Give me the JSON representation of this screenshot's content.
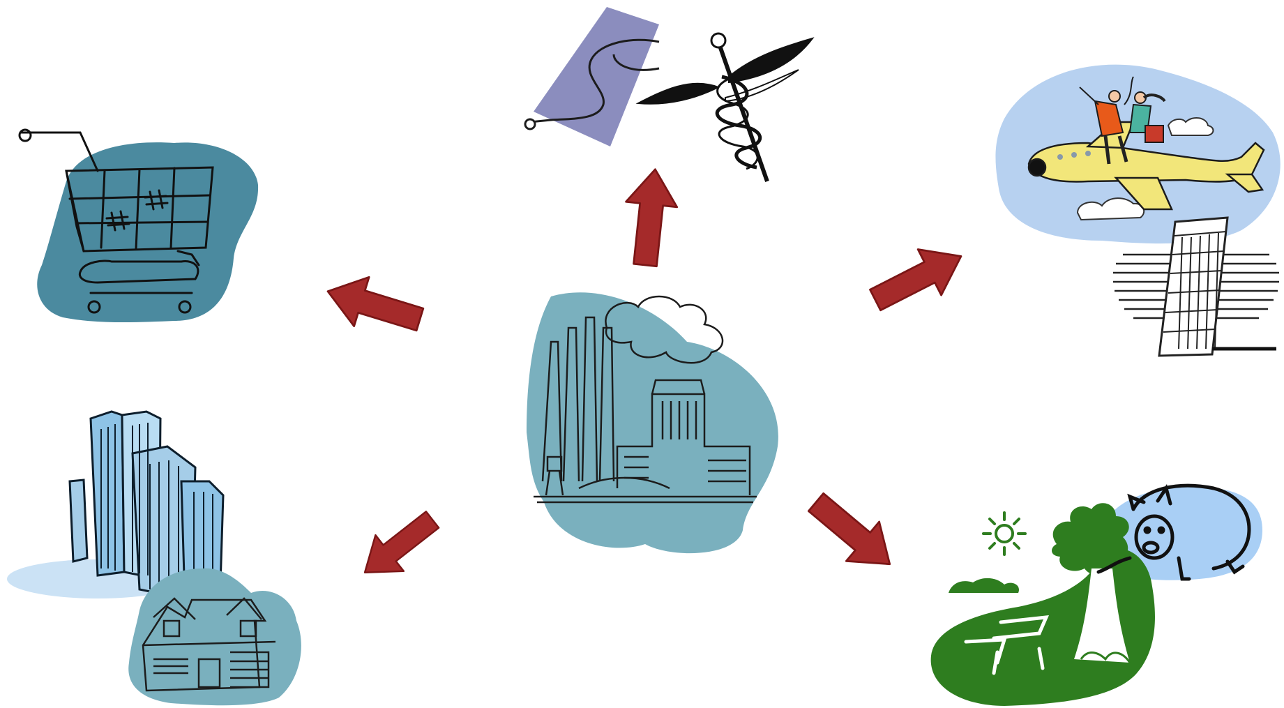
{
  "diagram": {
    "center": {
      "icon": "factory-icon"
    },
    "arrow_color": "#A52A2A",
    "arrow_outline": "#7A1616",
    "nodes": [
      {
        "id": "healthcare",
        "icon": "caduceus-stethoscope-icon"
      },
      {
        "id": "travel",
        "icon": "airplane-travel-icon"
      },
      {
        "id": "savings",
        "icon": "piggy-bank-park-icon"
      },
      {
        "id": "housing",
        "icon": "buildings-house-icon"
      },
      {
        "id": "shopping",
        "icon": "shopping-cart-icon"
      }
    ]
  }
}
